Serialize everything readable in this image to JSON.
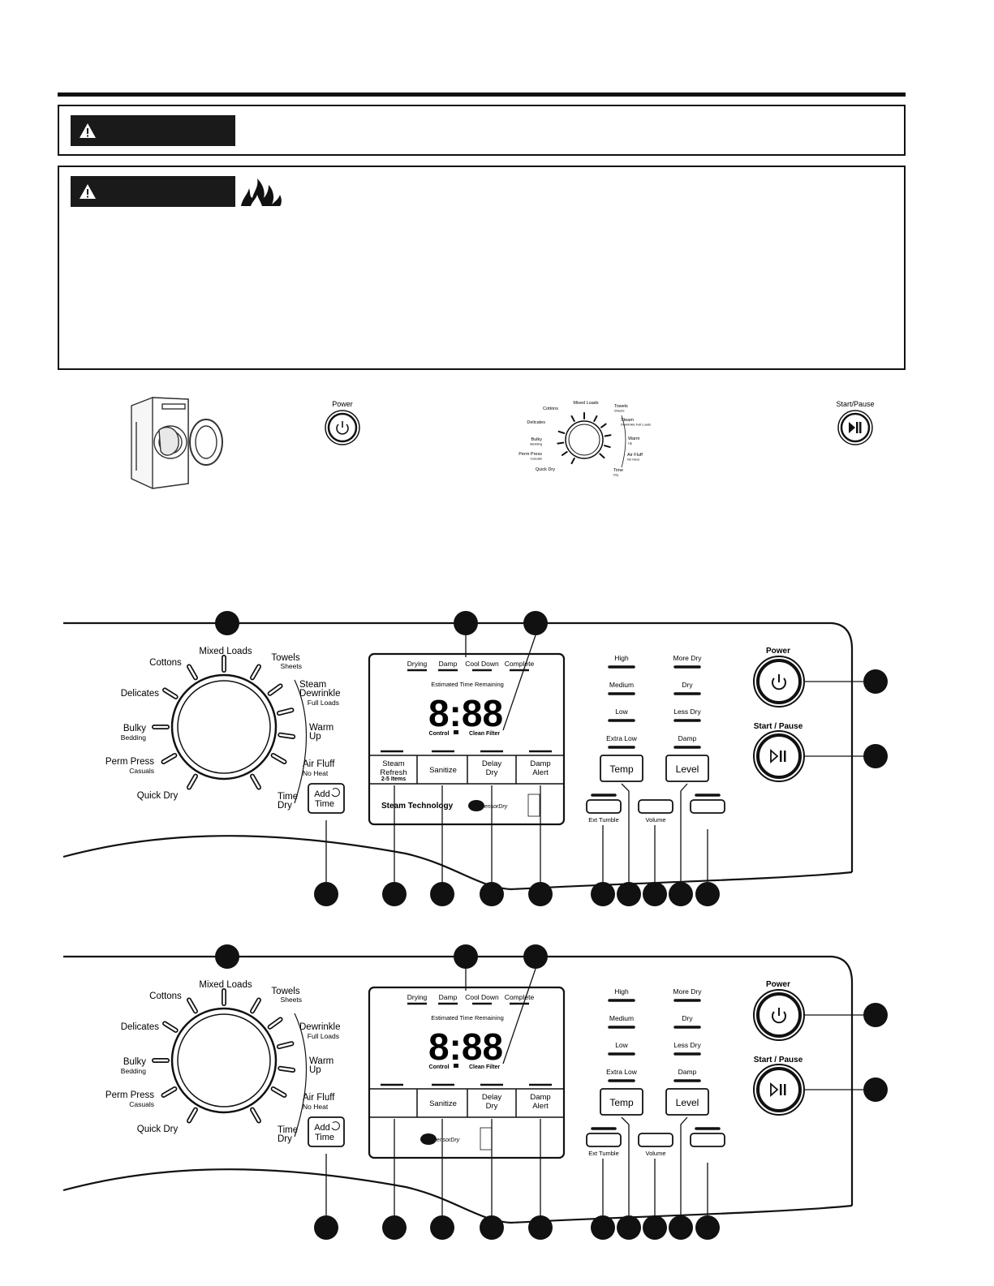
{
  "warnings": [
    {
      "label": ""
    },
    {
      "label": ""
    }
  ],
  "steps": {
    "power_label": "Power",
    "start_pause_label": "Start/Pause",
    "small_dial": {
      "cycles": [
        {
          "text": "Cottons",
          "sub": ""
        },
        {
          "text": "Mixed Loads",
          "sub": ""
        },
        {
          "text": "Towels",
          "sub": "Sheets"
        },
        {
          "text": "Steam",
          "sub": "Dewrinkle Full Loads"
        },
        {
          "text": "Warm",
          "sub": "Up"
        },
        {
          "text": "Air Fluff",
          "sub": "No Heat"
        },
        {
          "text": "Time",
          "sub": "Dry"
        },
        {
          "text": "Quick Dry",
          "sub": ""
        },
        {
          "text": "Perm Press",
          "sub": "Casuals"
        },
        {
          "text": "Bulky",
          "sub": "Bedding"
        },
        {
          "text": "Delicates",
          "sub": ""
        }
      ]
    }
  },
  "panels": [
    {
      "cycles": [
        {
          "text": "Cottons",
          "sub": ""
        },
        {
          "text": "Mixed Loads",
          "sub": ""
        },
        {
          "text": "Towels",
          "sub": "Sheets"
        },
        {
          "text": "Steam",
          "sub": ""
        },
        {
          "text": "Dewrinkle",
          "sub": "Full Loads"
        },
        {
          "text": "Warm",
          "sub": "Up"
        },
        {
          "text": "Air Fluff",
          "sub": "No Heat"
        },
        {
          "text": "Time",
          "sub": "Dry"
        },
        {
          "text": "Quick Dry",
          "sub": ""
        },
        {
          "text": "Perm Press",
          "sub": "Casuals"
        },
        {
          "text": "Bulky",
          "sub": "Bedding"
        },
        {
          "text": "Delicates",
          "sub": ""
        }
      ],
      "add_time": [
        "Add",
        "Time"
      ],
      "status": [
        "Drying",
        "Damp",
        "Cool Down",
        "Complete"
      ],
      "est_time": "Estimated Time Remaining",
      "digits": "8:88",
      "control_lock": "Control",
      "clean_filter": "Clean Filter",
      "option_buttons": [
        {
          "lines": [
            "Steam",
            "Refresh"
          ],
          "sub": "2-5 Items"
        },
        {
          "lines": [
            "Sanitize"
          ],
          "sub": ""
        },
        {
          "lines": [
            "Delay",
            "Dry"
          ],
          "sub": ""
        },
        {
          "lines": [
            "Damp",
            "Alert"
          ],
          "sub": ""
        }
      ],
      "steam_tech": "Steam Technology",
      "sensor_dry": "ensorDry",
      "temp_levels": [
        "High",
        "Medium",
        "Low",
        "Extra Low"
      ],
      "dry_levels": [
        "More Dry",
        "Dry",
        "Less Dry",
        "Damp"
      ],
      "temp_button": "Temp",
      "level_button": "Level",
      "ext_tumble": "Ext Tumble",
      "volume": "Volume",
      "power": "Power",
      "start_pause": "Start / Pause"
    },
    {
      "cycles": [
        {
          "text": "Cottons",
          "sub": ""
        },
        {
          "text": "Mixed Loads",
          "sub": ""
        },
        {
          "text": "Towels",
          "sub": "Sheets"
        },
        {
          "text": "Dewrinkle",
          "sub": "Full Loads"
        },
        {
          "text": "Warm",
          "sub": "Up"
        },
        {
          "text": "Air Fluff",
          "sub": "No Heat"
        },
        {
          "text": "Time",
          "sub": "Dry"
        },
        {
          "text": "Quick Dry",
          "sub": ""
        },
        {
          "text": "Perm Press",
          "sub": "Casuals"
        },
        {
          "text": "Bulky",
          "sub": "Bedding"
        },
        {
          "text": "Delicates",
          "sub": ""
        }
      ],
      "add_time": [
        "Add",
        "Time"
      ],
      "status": [
        "Drying",
        "Damp",
        "Cool Down",
        "Complete"
      ],
      "est_time": "Estimated Time Remaining",
      "digits": "8:88",
      "control_lock": "Control",
      "clean_filter": "Clean Filter",
      "option_buttons": [
        {
          "lines": [],
          "sub": ""
        },
        {
          "lines": [
            "Sanitize"
          ],
          "sub": ""
        },
        {
          "lines": [
            "Delay",
            "Dry"
          ],
          "sub": ""
        },
        {
          "lines": [
            "Damp",
            "Alert"
          ],
          "sub": ""
        }
      ],
      "steam_tech": "",
      "sensor_dry": "ensorDry",
      "temp_levels": [
        "High",
        "Medium",
        "Low",
        "Extra Low"
      ],
      "dry_levels": [
        "More Dry",
        "Dry",
        "Less Dry",
        "Damp"
      ],
      "temp_button": "Temp",
      "level_button": "Level",
      "ext_tumble": "Ext Tumble",
      "volume": "Volume",
      "power": "Power",
      "start_pause": "Start / Pause"
    }
  ]
}
